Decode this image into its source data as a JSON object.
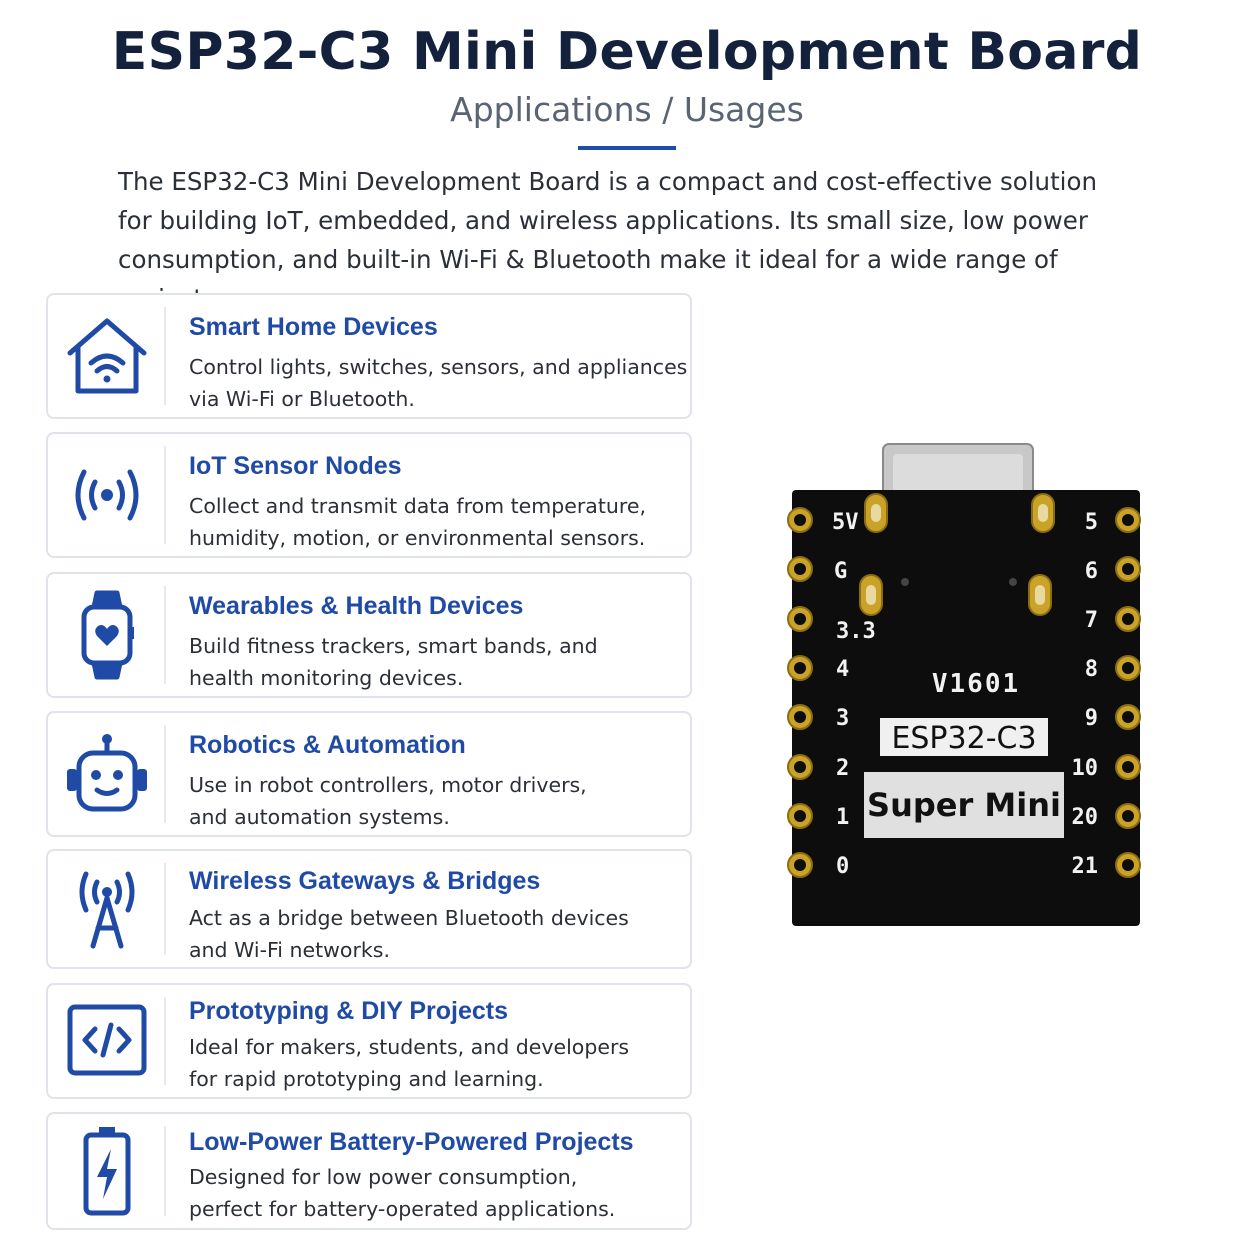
{
  "header": {
    "title": "ESP32-C3 Mini Development Board",
    "subtitle": "Applications / Usages",
    "intro": "The ESP32-C3 Mini Development Board is a compact and cost-effective solution\nfor building IoT, embedded, and wireless applications. Its small size, low power\nconsumption, and built-in Wi-Fi & Bluetooth make it ideal for a wide range of projects."
  },
  "colors": {
    "accent": "#1f4aa6",
    "title": "#14213d",
    "board": "#0d0d0d",
    "gold": "#c9a227"
  },
  "cards": [
    {
      "icon": "smart-home-wifi-icon",
      "title": "Smart Home Devices",
      "desc": "Control lights, switches, sensors, and appliances\nvia Wi-Fi or Bluetooth."
    },
    {
      "icon": "radio-signal-icon",
      "title": "IoT Sensor Nodes",
      "desc": "Collect and transmit data from temperature,\nhumidity, motion, or environmental sensors."
    },
    {
      "icon": "smartwatch-heart-icon",
      "title": "Wearables & Health Devices",
      "desc": "Build fitness trackers, smart bands, and\nhealth monitoring devices."
    },
    {
      "icon": "robot-icon",
      "title": "Robotics & Automation",
      "desc": "Use in robot controllers, motor drivers,\nand automation systems."
    },
    {
      "icon": "antenna-tower-icon",
      "title": "Wireless Gateways & Bridges",
      "desc": "Act as a bridge between Bluetooth devices\nand Wi-Fi networks."
    },
    {
      "icon": "code-icon",
      "title": "Prototyping & DIY Projects",
      "desc": "Ideal for makers, students, and developers\nfor rapid prototyping and learning."
    },
    {
      "icon": "battery-bolt-icon",
      "title": "Low-Power Battery-Powered Projects",
      "desc": "Designed for low power consumption,\nperfect for battery-operated applications."
    }
  ],
  "board": {
    "version": "V1601",
    "chip_label": "ESP32-C3",
    "name_label": "Super Mini",
    "left_pins": [
      "5V",
      "G",
      "3.3",
      "4",
      "3",
      "2",
      "1",
      "0"
    ],
    "right_pins": [
      "5",
      "6",
      "7",
      "8",
      "9",
      "10",
      "20",
      "21"
    ]
  }
}
